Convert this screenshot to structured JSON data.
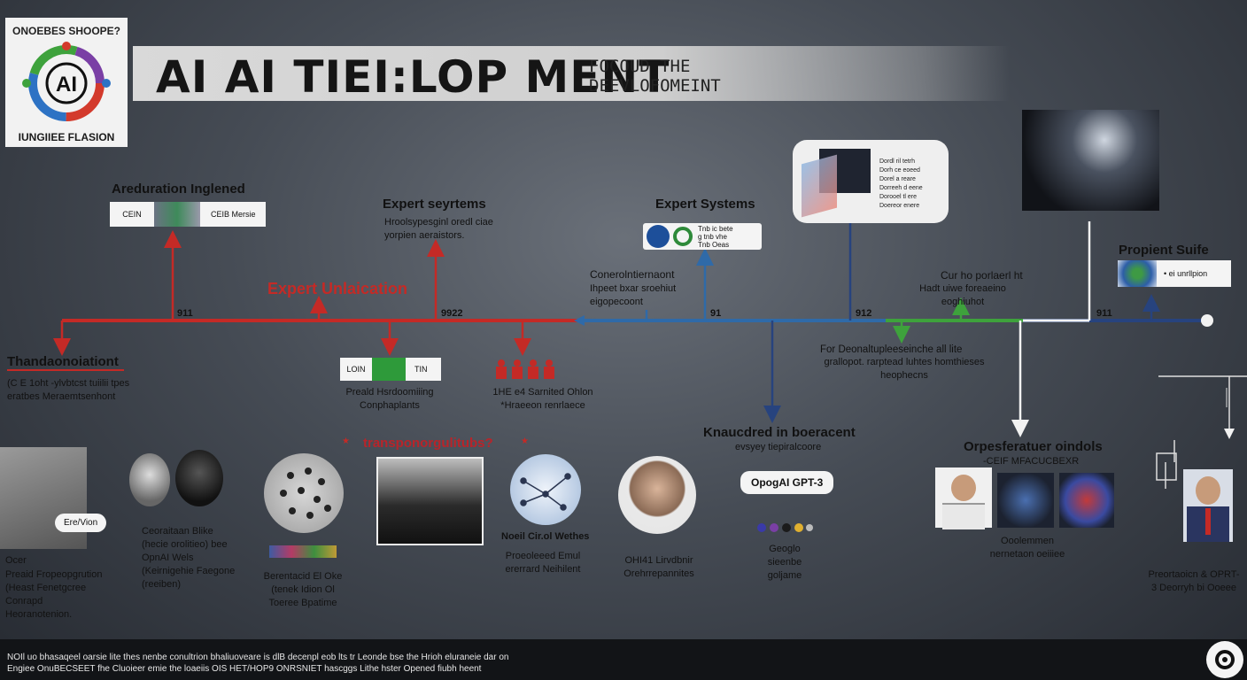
{
  "header": {
    "title": "AI AI TIEI:LOP MENT",
    "subtitle_line1": "FOCOUD THE",
    "subtitle_line2": "DEEVLOFOMEINT"
  },
  "logo": {
    "top_text": "ONOEBES SHOOPE?",
    "center_text": "AI",
    "bottom_text": "IUNGIIEE FLASION"
  },
  "timeline": {
    "nodes": [
      {
        "id": "n1",
        "heading": "Areduration Inglened",
        "chip_left": "CEIN",
        "chip_right": "CEIB Mersie"
      },
      {
        "id": "n2",
        "heading": "Expert Unlaication"
      },
      {
        "id": "n3",
        "heading": "Expert seyrtems",
        "desc": "Hroolsypesginl oredl ciae yorpien aeraistors."
      },
      {
        "id": "n4",
        "heading": "Expert Systems",
        "chip_text": "Tnb ic bete\ng tnb vhe\nTnb Oeas"
      },
      {
        "id": "n5",
        "heading": "Conerolntiernaont",
        "desc": "Ihpeet bxar sroehiut eigopecoont"
      },
      {
        "id": "n6",
        "heading": "Cur ho porlaerl ht",
        "desc": "Hadt uiwe foreaeino eoghiuhot"
      },
      {
        "id": "n7",
        "heading": "Propient Suife",
        "chip_text": "• ei unrllpion"
      },
      {
        "id": "n8",
        "heading": "Knaucdred in boeracent",
        "desc": "evsyey  tiepiralcoore"
      },
      {
        "id": "n9",
        "heading": "For Deonaltupleeseinche all lite",
        "desc": "grallopot. rarptead luhtes homthieses heophecns"
      },
      {
        "id": "n10",
        "heading": "Orpesferatuer oindols",
        "desc": "-CEIF MFACUCBEXR"
      }
    ],
    "year_labels": [
      "911",
      "9922",
      "91",
      "912",
      "911"
    ],
    "below_items": [
      {
        "id": "b1",
        "heading": "Thandaonoiationt",
        "desc": "(C E 1oht -ylvbtcst tuiilii tpes eratbes Meraemtsenhont"
      },
      {
        "id": "b2",
        "chip_left": "LOIN",
        "chip_right": "TIN",
        "desc": "Preald Hsrdoomiiing Conphaplants"
      },
      {
        "id": "b3",
        "desc": "1HE e4 Sarnited Ohlon *Hraeeon renrlaece"
      }
    ],
    "diagram_node_text": [
      "Dordl ril tetrh",
      "Dorh ce eoeed",
      "Dorel a reare",
      "Dorreeh d eene",
      "Dorooel tl ere",
      "Doereor enere"
    ]
  },
  "people": [
    {
      "id": "p1",
      "bubble": "Ere/Vion",
      "caption_top": "Ocer",
      "caption": "Preaid Fropeopgrution (Heast Fenetgcree Conrapd Heoranotenion."
    },
    {
      "id": "p2",
      "caption": "Ceoraitaan Blike (hecie orolitieo) bee\nOpnAI Wels (Keirnigehie Faegone (reeiben)"
    },
    {
      "id": "p3",
      "caption": "Berentacid El Oke (tenek Idion Ol Toeree Bpatime"
    },
    {
      "id": "p4",
      "heading": "transponorgulitubs?",
      "caption": ""
    },
    {
      "id": "p5",
      "heading": "Noeil Cir.ol Wethes",
      "caption": "Proeoleeed Emul ererrard Neihilent"
    },
    {
      "id": "p6",
      "caption": "OHI41 Lirvdbnir Orehrrepannites"
    },
    {
      "id": "p7",
      "bubble": "OpogAI GPT-3",
      "caption": "Geoglo sieenbe goljame"
    },
    {
      "id": "p8",
      "caption": "Ooolemmen nernetaon oeiiiee"
    },
    {
      "id": "p9",
      "caption": "Preortaoicn & OPRT-3 Deorryh bi Ooeee"
    }
  ],
  "footer": {
    "line1": "NOIl uo bhasaqeel oarsie lite thes nenbe conultrion bhaliuoveare is dlB decenpl eob lts tr Leonde bse the Hrioh eluraneie dar on",
    "line2": "Engiee OnuBECSEET fhe Cluoieer emie the loaeiis OIS HET/HOP9 ONRSNIET hascggs Lithe hster Opened fiubh heent"
  },
  "colors": {
    "red_line": "#c42a26",
    "blue_line": "#2f6aa8",
    "navy_line": "#27437e",
    "green_line": "#3ea23c",
    "white_line": "#f2f2f2"
  },
  "icons": [
    "ai-logo-icon",
    "bullet-star-icon",
    "circle-button-icon"
  ]
}
